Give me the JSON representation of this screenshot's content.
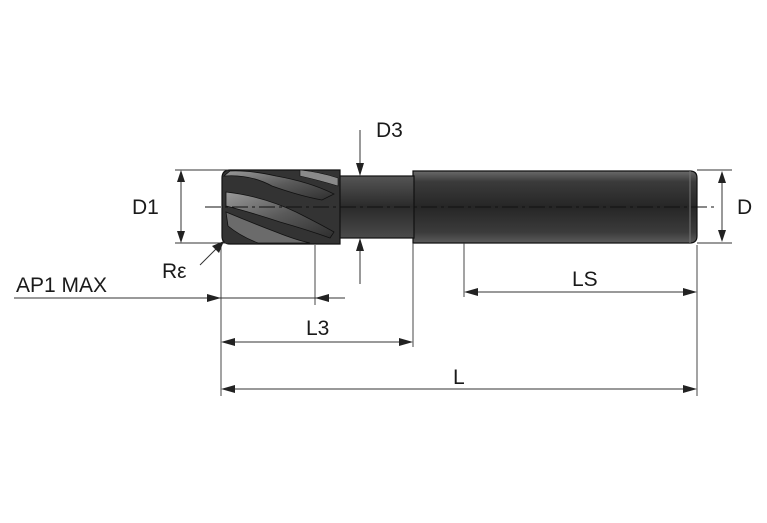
{
  "diagram": {
    "labels": {
      "d3": "D3",
      "d1": "D1",
      "d": "D",
      "r_epsilon": "Rε",
      "ap1_max": "AP1 MAX",
      "l3": "L3",
      "ls": "LS",
      "l": "L"
    }
  }
}
